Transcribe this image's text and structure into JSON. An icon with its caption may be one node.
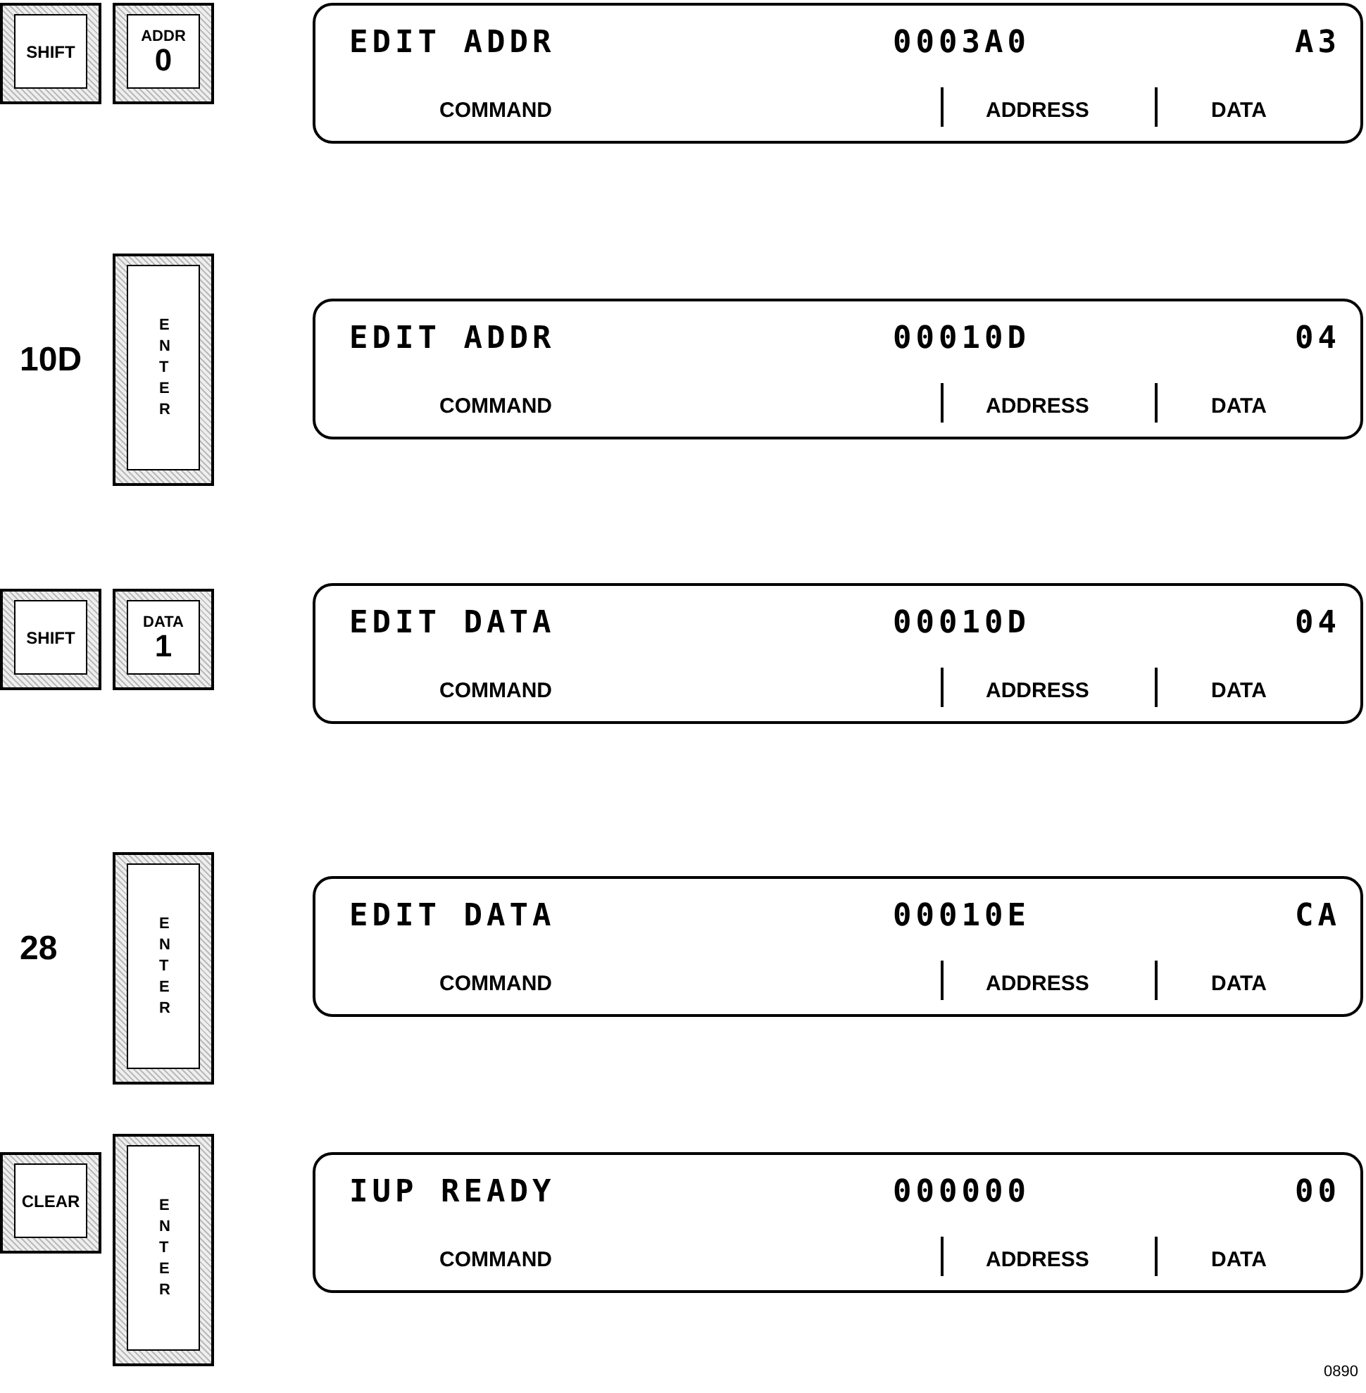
{
  "diagram": {
    "nodes": [
      {
        "text": [
          "SHIFT"
        ]
      },
      {
        "text": [
          "ADDR",
          "0"
        ]
      },
      {
        "text": [
          "EDIT ADDR",
          "0003A0",
          "A3",
          "COMMAND",
          "ADDRESS",
          "DATA"
        ]
      },
      {
        "text": [
          "ENTER"
        ]
      },
      {
        "text": [
          "EDIT ADDR",
          "00010D",
          "04",
          "COMMAND",
          "ADDRESS",
          "DATA"
        ]
      },
      {
        "text": [
          "SHIFT"
        ]
      },
      {
        "text": [
          "DATA",
          "1"
        ]
      },
      {
        "text": [
          "EDIT DATA",
          "00010D",
          "04",
          "COMMAND",
          "ADDRESS",
          "DATA"
        ]
      },
      {
        "text": [
          "ENTER"
        ]
      },
      {
        "text": [
          "EDIT DATA",
          "00010E",
          "CA",
          "COMMAND",
          "ADDRESS",
          "DATA"
        ]
      },
      {
        "text": [
          "CLEAR"
        ]
      },
      {
        "text": [
          "ENTER"
        ]
      },
      {
        "text": [
          "IUP READY",
          "000000",
          "00",
          "COMMAND",
          "ADDRESS",
          "DATA"
        ]
      }
    ],
    "labels": [
      "10D",
      "28",
      "0890"
    ]
  }
}
